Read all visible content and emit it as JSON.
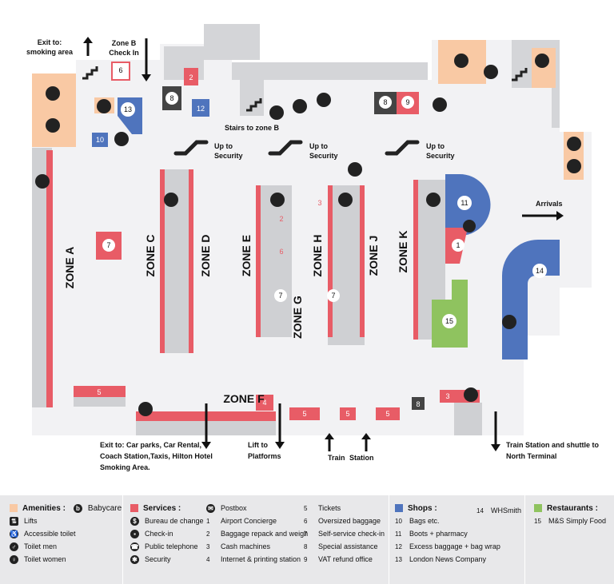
{
  "colors": {
    "amenities": "#f9c9a4",
    "services": "#e85c66",
    "shops": "#4f74bd",
    "restaurants": "#8fc35f",
    "floor": "#f3f3f5",
    "wall": "#cfd0d3",
    "dark": "#4a4a4a"
  },
  "map": {
    "zones": [
      "ZONE A",
      "ZONE C",
      "ZONE D",
      "ZONE E",
      "ZONE H",
      "ZONE J",
      "ZONE K",
      "ZONE G",
      "ZONE F"
    ],
    "labels": {
      "exit_smoking": [
        "Exit to:",
        "smoking area"
      ],
      "zone_b_checkin": [
        "Zone B",
        "Check In"
      ],
      "stairs_zone_b": "Stairs to zone B",
      "up_to_security": [
        "Up to",
        "Security"
      ],
      "arrivals": "Arrivals",
      "exit_carparks": [
        "Exit to: Car parks, Car Rental,",
        "Coach Station,Taxis, Hilton Hotel",
        "Smoking Area."
      ],
      "lift_platforms": [
        "Lift to",
        "Platforms"
      ],
      "train": "Train",
      "station": "Station",
      "train_station_shuttle": [
        "Train Station and shuttle to",
        "North Terminal"
      ]
    },
    "markers": [
      "6",
      "2",
      "8",
      "12",
      "13",
      "10",
      "8",
      "9",
      "7",
      "2",
      "6",
      "7",
      "3",
      "7",
      "11",
      "1",
      "14",
      "15",
      "5",
      "4",
      "5",
      "5",
      "5",
      "8",
      "3"
    ]
  },
  "legend": {
    "amenities": {
      "title": "Amenities :",
      "babycare": "Babycare",
      "items": [
        "Lifts",
        "Accessible toilet",
        "Toilet men",
        "Toilet women"
      ]
    },
    "services": {
      "title": "Services :",
      "icon_items": [
        "Bureau de change",
        "Check-in",
        "Public telephone",
        "Security"
      ],
      "postbox": "Postbox",
      "numbered": [
        {
          "n": "1",
          "label": "Airport Concierge"
        },
        {
          "n": "2",
          "label": "Baggage repack and weigh"
        },
        {
          "n": "3",
          "label": "Cash machines"
        },
        {
          "n": "4",
          "label": "Internet & printing station"
        },
        {
          "n": "5",
          "label": "Tickets"
        },
        {
          "n": "6",
          "label": "Oversized baggage"
        },
        {
          "n": "7",
          "label": "Self-service check-in"
        },
        {
          "n": "8",
          "label": "Special assistance"
        },
        {
          "n": "9",
          "label": "VAT refund office"
        }
      ]
    },
    "shops": {
      "title": "Shops :",
      "items": [
        {
          "n": "10",
          "label": "Bags etc."
        },
        {
          "n": "11",
          "label": "Boots + pharmacy"
        },
        {
          "n": "12",
          "label": "Excess baggage + bag wrap"
        },
        {
          "n": "13",
          "label": "London News Company"
        },
        {
          "n": "14",
          "label": "WHSmith"
        }
      ]
    },
    "restaurants": {
      "title": "Restaurants :",
      "items": [
        {
          "n": "15",
          "label": "M&S Simply Food"
        }
      ]
    }
  }
}
